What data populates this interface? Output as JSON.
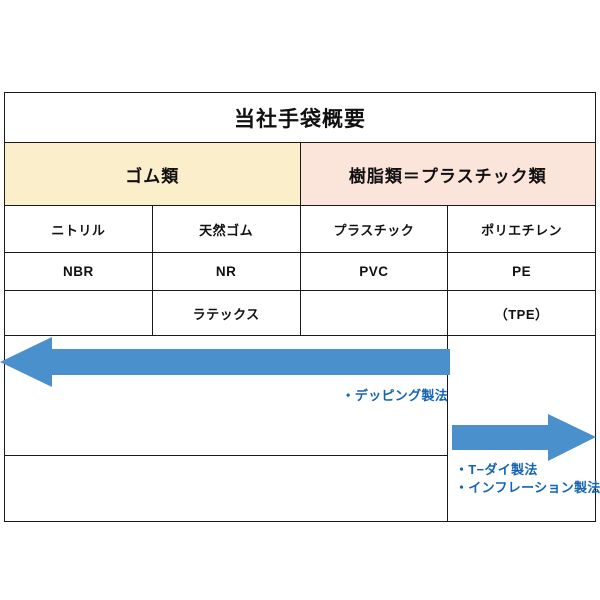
{
  "diagram": {
    "title": "当社手袋概要",
    "categories": [
      {
        "label": "ゴム類",
        "color": "#faeecb",
        "span": 2
      },
      {
        "label": "樹脂類＝プラスチック類",
        "color": "#fbe4da",
        "span": 2
      }
    ],
    "columns": [
      "ニトリル",
      "天然ゴム",
      "プラスチック",
      "ポリエチレン"
    ],
    "rows": [
      {
        "name": "material-name-row",
        "cells": [
          "ニトリル",
          "天然ゴム",
          "プラスチック",
          "ポリエチレン"
        ]
      },
      {
        "name": "abbreviation-row",
        "cells": [
          "NBR",
          "NR",
          "PVC",
          "PE"
        ]
      },
      {
        "name": "secondary-row",
        "cells": [
          "",
          "ラテックス",
          "",
          "（TPE）"
        ]
      }
    ],
    "arrows": [
      {
        "name": "dipping-process-arrow",
        "direction": "left",
        "color": "#4a90cc",
        "label": "・デッピング製法"
      },
      {
        "name": "extrusion-process-arrow",
        "direction": "right",
        "color": "#4a90cc",
        "labels": [
          "・T−ダイ製法",
          "・インフレーション製法"
        ]
      }
    ],
    "annotations": {
      "dipping": "・デッピング製法",
      "t_die": "・T−ダイ製法",
      "inflation": "・インフレーション製法"
    },
    "colors": {
      "rubber_header": "#faeecb",
      "resin_header": "#fbe4da",
      "arrow_blue": "#4a90cc",
      "label_blue": "#1464b4",
      "border": "#1a1a1a"
    }
  }
}
